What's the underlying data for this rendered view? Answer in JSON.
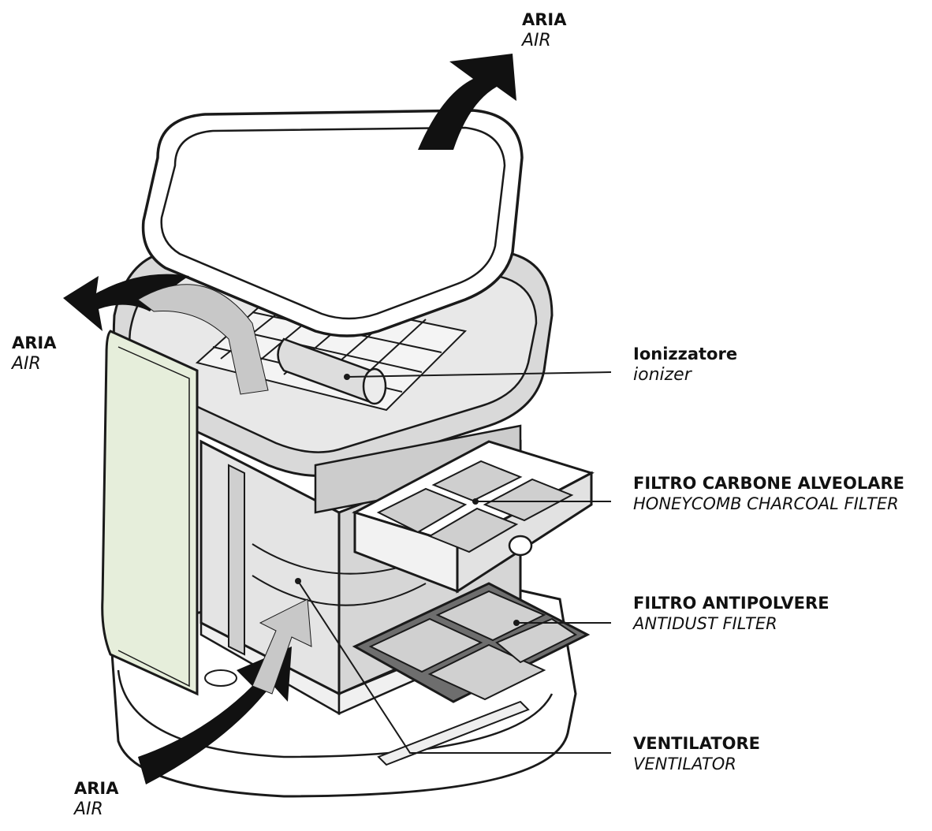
{
  "colors": {
    "stroke": "#1a1a1a",
    "side_panel": "#e6eedb",
    "body_gray": "#dcdcdc",
    "filter_gray": "#cfcfcf",
    "arrow_black": "#111111",
    "arrow_light": "#c8c8c8"
  },
  "airflow": {
    "top": {
      "it": "ARIA",
      "en": "AIR"
    },
    "left": {
      "it": "ARIA",
      "en": "AIR"
    },
    "bottom": {
      "it": "ARIA",
      "en": "AIR"
    }
  },
  "components": [
    {
      "it": "Ionizzatore",
      "en": "ionizer"
    },
    {
      "it": "FILTRO CARBONE ALVEOLARE",
      "en": "HONEYCOMB CHARCOAL FILTER"
    },
    {
      "it": "FILTRO ANTIPOLVERE",
      "en": "ANTIDUST FILTER"
    },
    {
      "it": "VENTILATORE",
      "en": "VENTILATOR"
    }
  ]
}
